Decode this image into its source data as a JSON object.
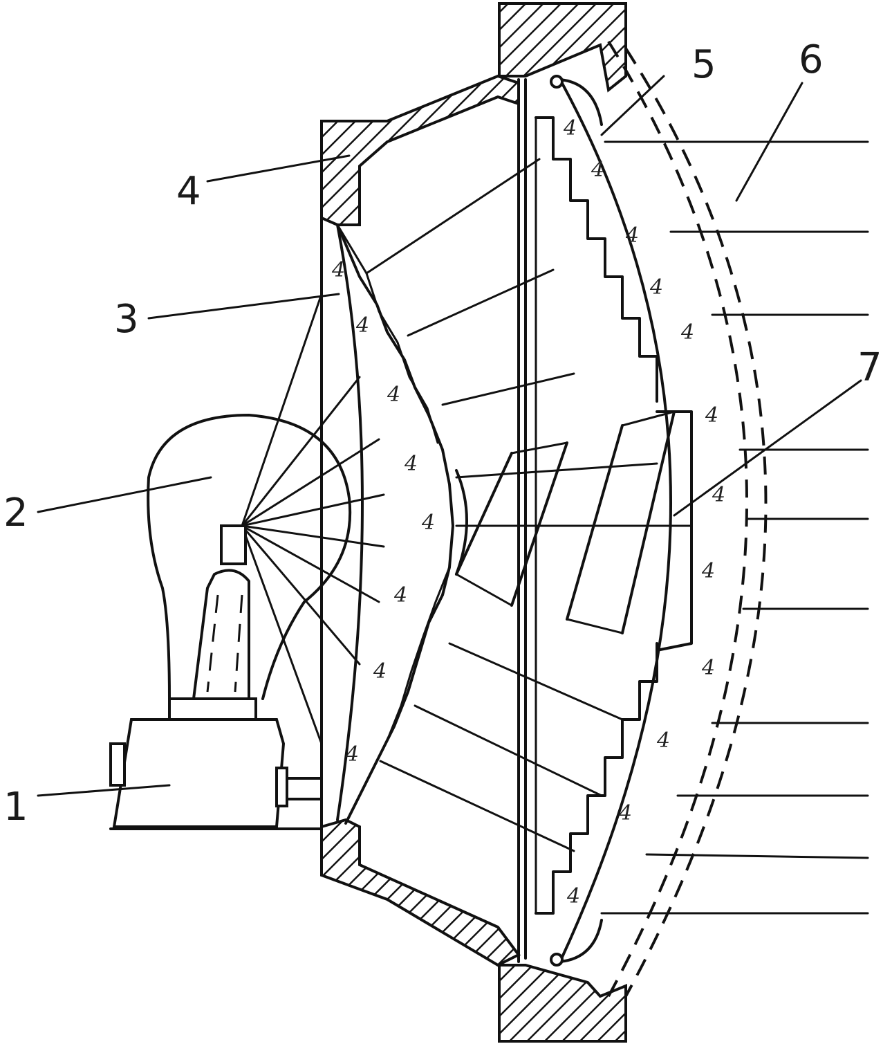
{
  "labels": {
    "1": "1",
    "2": "2",
    "3": "3",
    "4": "4",
    "5": "5",
    "6": "6",
    "7": "7"
  },
  "colors": {
    "ink": "#111111",
    "paper": "#ffffff"
  }
}
